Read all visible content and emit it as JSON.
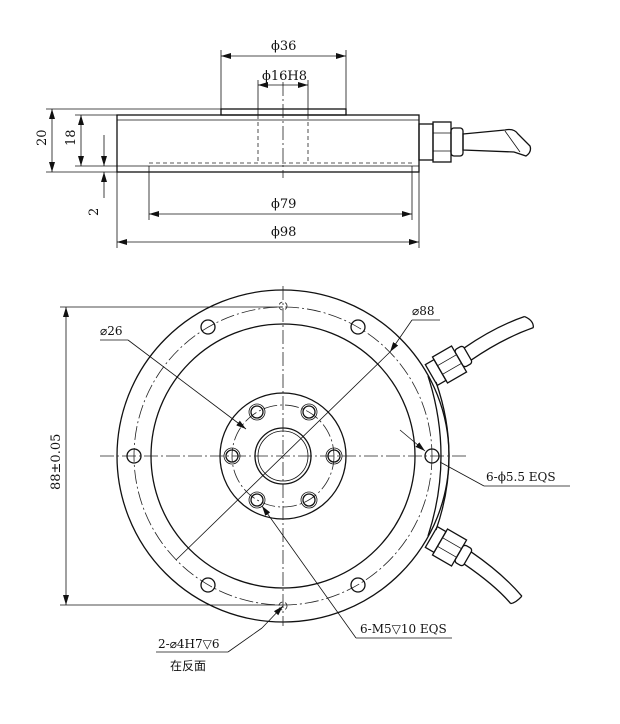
{
  "side_view": {
    "dims": {
      "d36": "ϕ36",
      "d16": "ϕ16H8",
      "d79": "ϕ79",
      "d98": "ϕ98",
      "h20": "20",
      "h18": "18",
      "h2": "2"
    }
  },
  "top_view": {
    "dims": {
      "d88_top": "⌀88",
      "d26": "⌀26",
      "pcd": "88±0.05",
      "holes_outer": "6-ϕ5.5 EQS",
      "holes_inner": "6-M5▽10 EQS",
      "pin_holes": "2-⌀4H7▽6",
      "pin_note": "在反面"
    }
  }
}
